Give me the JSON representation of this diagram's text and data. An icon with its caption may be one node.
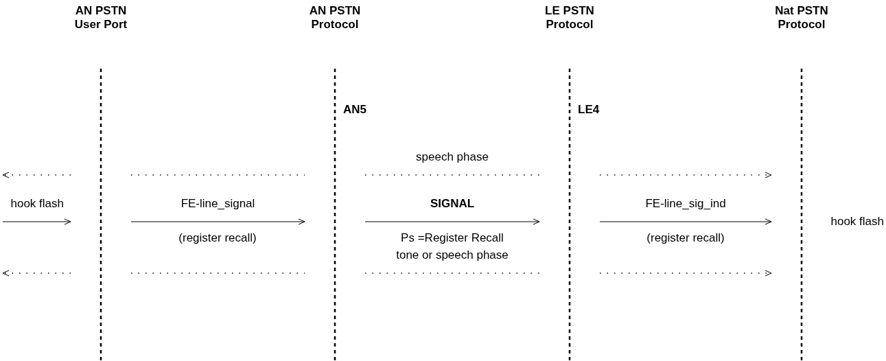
{
  "diagram": {
    "nodes": [
      {
        "text": [
          "AN PSTN User Port"
        ]
      },
      {
        "text": [
          "AN PSTN Protocol"
        ]
      },
      {
        "text": [
          "LE PSTN Protocol"
        ]
      },
      {
        "text": [
          "Nat PSTN Protocol"
        ]
      }
    ],
    "edges": [
      {
        "from": 0,
        "to": null,
        "arrow": "to",
        "style": "dashed"
      },
      {
        "from": 0,
        "to": 1,
        "arrow": "none",
        "style": "dashed"
      },
      {
        "from": 1,
        "to": 2,
        "arrow": "none",
        "style": "dashed",
        "label": "speech phase"
      },
      {
        "from": 2,
        "to": 3,
        "arrow": "to",
        "style": "dashed"
      },
      {
        "from": null,
        "to": 0,
        "arrow": "to",
        "label": "hook flash"
      },
      {
        "from": 0,
        "to": 1,
        "arrow": "to",
        "label": "FE-line_signal"
      },
      {
        "from": 1,
        "to": 2,
        "arrow": "to",
        "label": "SIGNAL"
      },
      {
        "from": 2,
        "to": 3,
        "arrow": "to",
        "label": "FE-line_sig_ind"
      },
      {
        "from": 0,
        "to": null,
        "arrow": "to",
        "style": "dashed"
      },
      {
        "from": 0,
        "to": 1,
        "arrow": "none",
        "style": "dashed"
      },
      {
        "from": 1,
        "to": 2,
        "arrow": "none",
        "style": "dashed",
        "label": "tone or speech phase"
      },
      {
        "from": 2,
        "to": 3,
        "arrow": "to",
        "style": "dashed"
      }
    ],
    "labels": [
      "AN5",
      "LE4",
      "hook flash",
      "(register recall)",
      "Ps =Register Recall",
      "(register recall)"
    ]
  }
}
